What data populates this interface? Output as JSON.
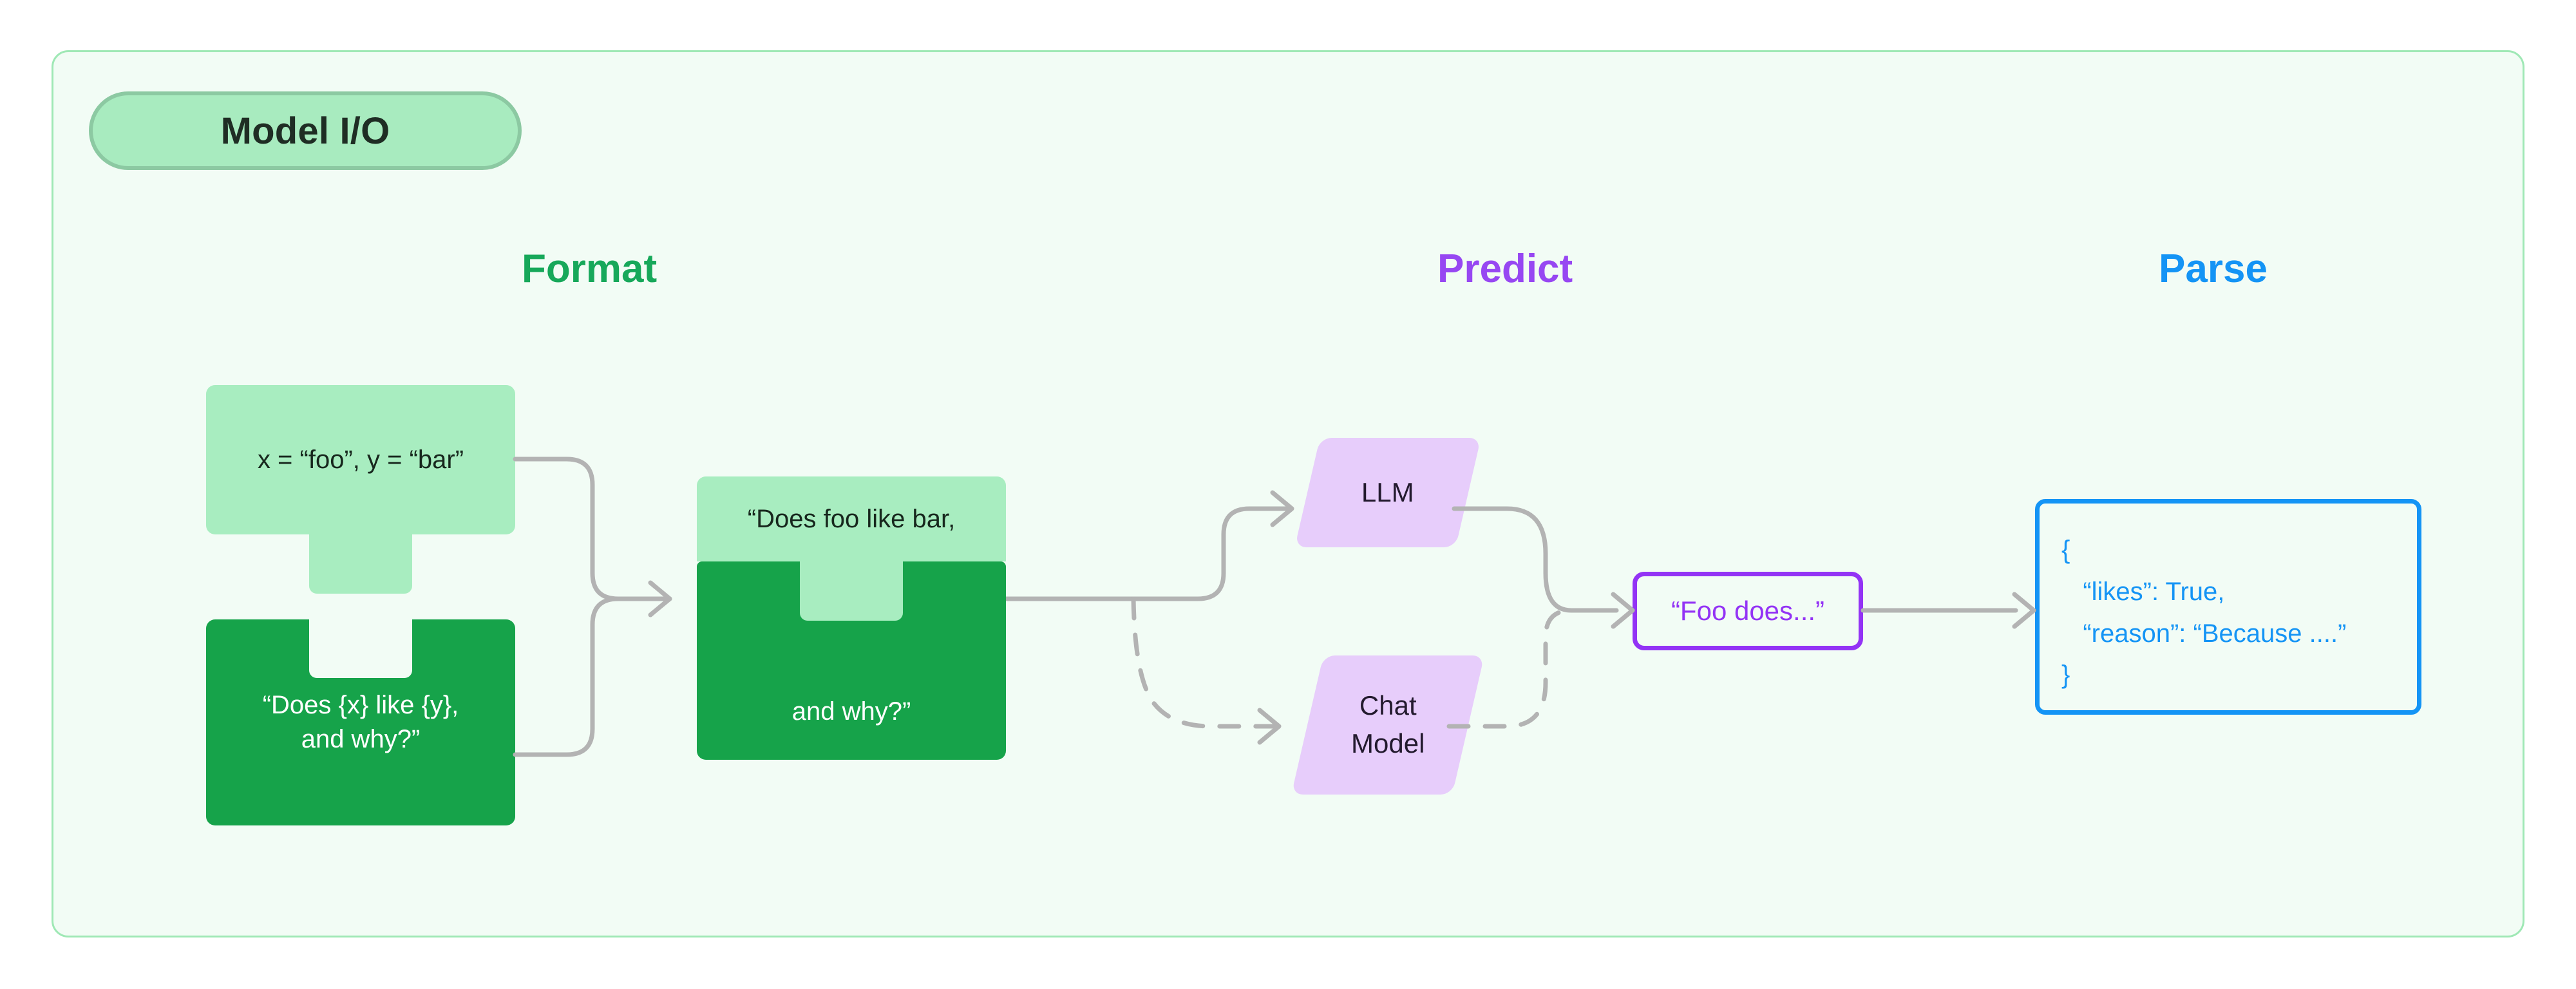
{
  "panel": {
    "badge_label": "Model I/O",
    "background_color": "#f2fcf5",
    "border_color": "#9fe8b5",
    "badge_fill_color": "#a8ebbf",
    "badge_border_color": "#8cc9a2"
  },
  "columns": {
    "format": {
      "title": "Format",
      "color": "#17a85a"
    },
    "predict": {
      "title": "Predict",
      "color": "#9747f2"
    },
    "parse": {
      "title": "Parse",
      "color": "#1494f5"
    }
  },
  "format": {
    "values_piece": {
      "text": "x = “foo”, y = “bar”",
      "fill_color": "#a8edc0",
      "text_color": "#17271d"
    },
    "template_piece": {
      "text": "“Does {x} like {y},\nand why?”",
      "fill_color": "#16a34a",
      "text_color": "#ffffff"
    },
    "assembled_piece": {
      "top_text": "“Does foo like bar,",
      "bottom_text": "and why?”",
      "top_fill_color": "#a8edc0",
      "bottom_fill_color": "#16a34a"
    }
  },
  "predict": {
    "models": [
      {
        "label": "LLM",
        "fill_color": "#e7cdfb",
        "connector": "solid"
      },
      {
        "label": "Chat\nModel",
        "fill_color": "#e7cdfb",
        "connector": "dashed"
      }
    ],
    "prediction": {
      "text": "“Foo does...”",
      "border_color": "#9333f5",
      "text_color": "#9333f5"
    }
  },
  "parse": {
    "output": {
      "text": "{\n   “likes”: True,\n   “reason”: “Because ....”\n}",
      "border_color": "#1494f5",
      "text_color": "#1494f5"
    }
  },
  "connectors": {
    "stroke_color": "#b3b3b3"
  }
}
